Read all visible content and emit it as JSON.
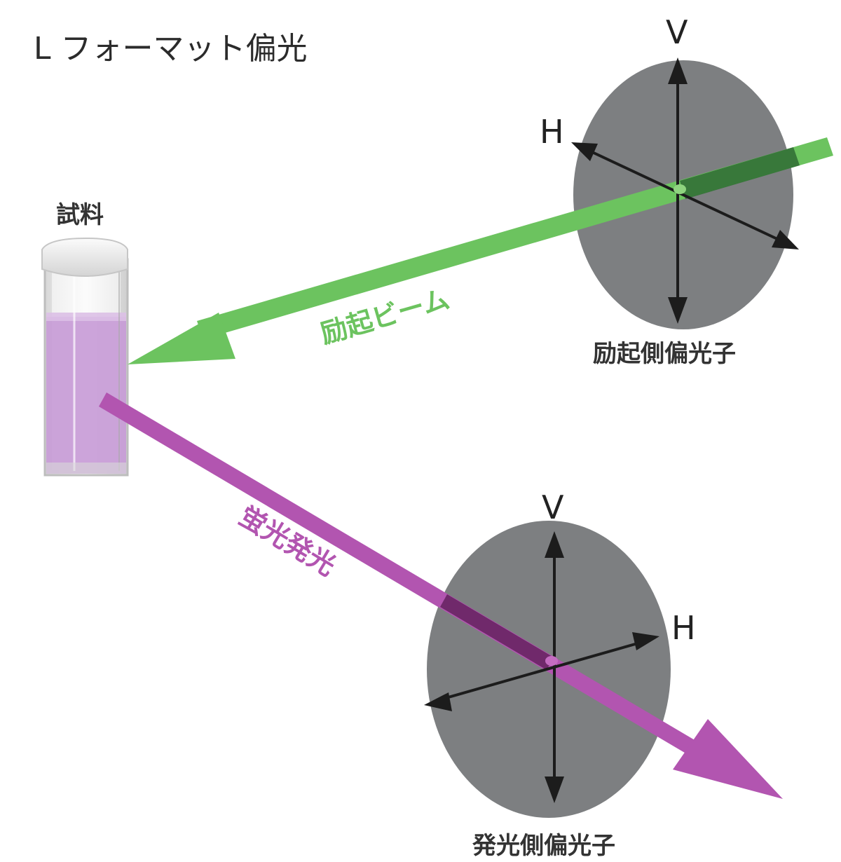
{
  "title": "L フォーマット偏光",
  "sample_label": "試料",
  "excitation_beam_label": "励起ビーム",
  "fluorescence_label": "蛍光発光",
  "excitation_polarizer": {
    "caption": "励起側偏光子",
    "v_label": "V",
    "h_label": "H"
  },
  "emission_polarizer": {
    "caption": "発光側偏光子",
    "v_label": "V",
    "h_label": "H"
  },
  "colors": {
    "excitation_beam": "#6cc35f",
    "fluorescence_beam": "#b255b0",
    "polarizer_disk": "#7d7f81",
    "sample_liquid": "#c79ad6",
    "axis_arrow": "#1c1c1c"
  }
}
